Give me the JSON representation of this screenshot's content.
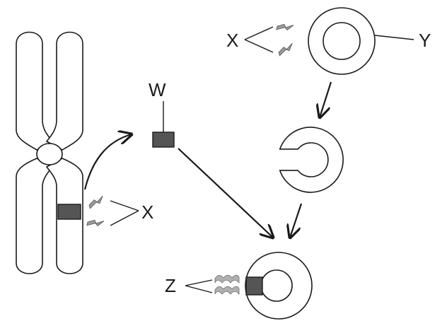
{
  "labels": {
    "w": "W",
    "x": "X",
    "y": "Y",
    "z": "Z"
  },
  "colors": {
    "outline": "#1a1a1a",
    "gene_block": "#555555",
    "bolt": "#9a9a9a",
    "wave": "#b0b0b0",
    "background": "#ffffff"
  }
}
